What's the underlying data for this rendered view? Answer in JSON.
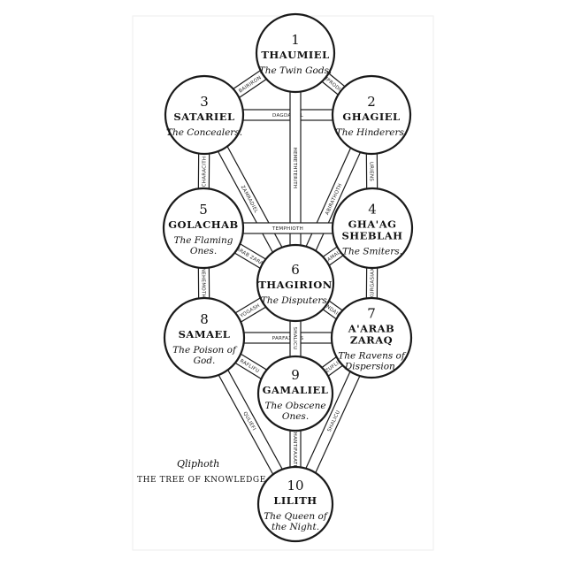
{
  "caption": {
    "title": "Qliphoth",
    "subtitle": "THE TREE OF KNOWLEDGE"
  },
  "spheres": [
    {
      "id": "s1",
      "number": "1",
      "name": [
        "THAUMIEL"
      ],
      "desc": [
        "The Twin Gods."
      ]
    },
    {
      "id": "s2",
      "number": "2",
      "name": [
        "GHAGIEL"
      ],
      "desc": [
        "The Hinderers."
      ]
    },
    {
      "id": "s3",
      "number": "3",
      "name": [
        "SATARIEL"
      ],
      "desc": [
        "The Concealers."
      ]
    },
    {
      "id": "s4",
      "number": "4",
      "name": [
        "GHA'AG",
        "SHEBLAH"
      ],
      "desc": [
        "The Smiters."
      ]
    },
    {
      "id": "s5",
      "number": "5",
      "name": [
        "GOLACHAB"
      ],
      "desc": [
        "The Flaming",
        "Ones."
      ]
    },
    {
      "id": "s6",
      "number": "6",
      "name": [
        "THAGIRION"
      ],
      "desc": [
        "The Disputers."
      ]
    },
    {
      "id": "s7",
      "number": "7",
      "name": [
        "A'ARAB",
        "ZARAQ"
      ],
      "desc": [
        "The Ravens of",
        "Dispersion."
      ]
    },
    {
      "id": "s8",
      "number": "8",
      "name": [
        "SAMAEL"
      ],
      "desc": [
        "The Poison of",
        "God."
      ]
    },
    {
      "id": "s9",
      "number": "9",
      "name": [
        "GAMALIEL"
      ],
      "desc": [
        "The Obscene",
        "Ones."
      ]
    },
    {
      "id": "s10",
      "number": "10",
      "name": [
        "LILITH"
      ],
      "desc": [
        "The Queen of",
        "the Night."
      ]
    }
  ],
  "paths": [
    {
      "from": "s1",
      "to": "s3",
      "label": "BAIRIRON"
    },
    {
      "from": "s1",
      "to": "s2",
      "label": "AMPRODIAS"
    },
    {
      "from": "s3",
      "to": "s2",
      "label": "DAGDAGIEL"
    },
    {
      "from": "s1",
      "to": "s6",
      "label": "HEMETHTERITH"
    },
    {
      "from": "s2",
      "to": "s4",
      "label": "URIENS"
    },
    {
      "from": "s3",
      "to": "s5",
      "label": "CHARACITH"
    },
    {
      "from": "s3",
      "to": "s6",
      "label": "ZAMRADIEL"
    },
    {
      "from": "s2",
      "to": "s6",
      "label": "ABIRATHOTH"
    },
    {
      "from": "s5",
      "to": "s4",
      "label": "TEMPHIOTH"
    },
    {
      "from": "s5",
      "to": "s6",
      "label": "A'ARAB ZARAQ"
    },
    {
      "from": "s4",
      "to": "s6",
      "label": "SAMALO"
    },
    {
      "from": "s5",
      "to": "s8",
      "label": "NEHEMOTH"
    },
    {
      "from": "s4",
      "to": "s7",
      "label": "KURGASIAX"
    },
    {
      "from": "s6",
      "to": "s8",
      "label": "YOGASH"
    },
    {
      "from": "s6",
      "to": "s7",
      "label": "A'ANDAIMAS"
    },
    {
      "from": "s8",
      "to": "s7",
      "label": "PARFAXITAS"
    },
    {
      "from": "s6",
      "to": "s9",
      "label": "SHALICU"
    },
    {
      "from": "s8",
      "to": "s9",
      "label": "RAFLIFU"
    },
    {
      "from": "s7",
      "to": "s9",
      "label": "TZUFLIFU"
    },
    {
      "from": "s8",
      "to": "s10",
      "label": "QULIEFI"
    },
    {
      "from": "s9",
      "to": "s10",
      "label": "THANTIFAXATH"
    },
    {
      "from": "s7",
      "to": "s10",
      "label": "SHALICU"
    }
  ]
}
